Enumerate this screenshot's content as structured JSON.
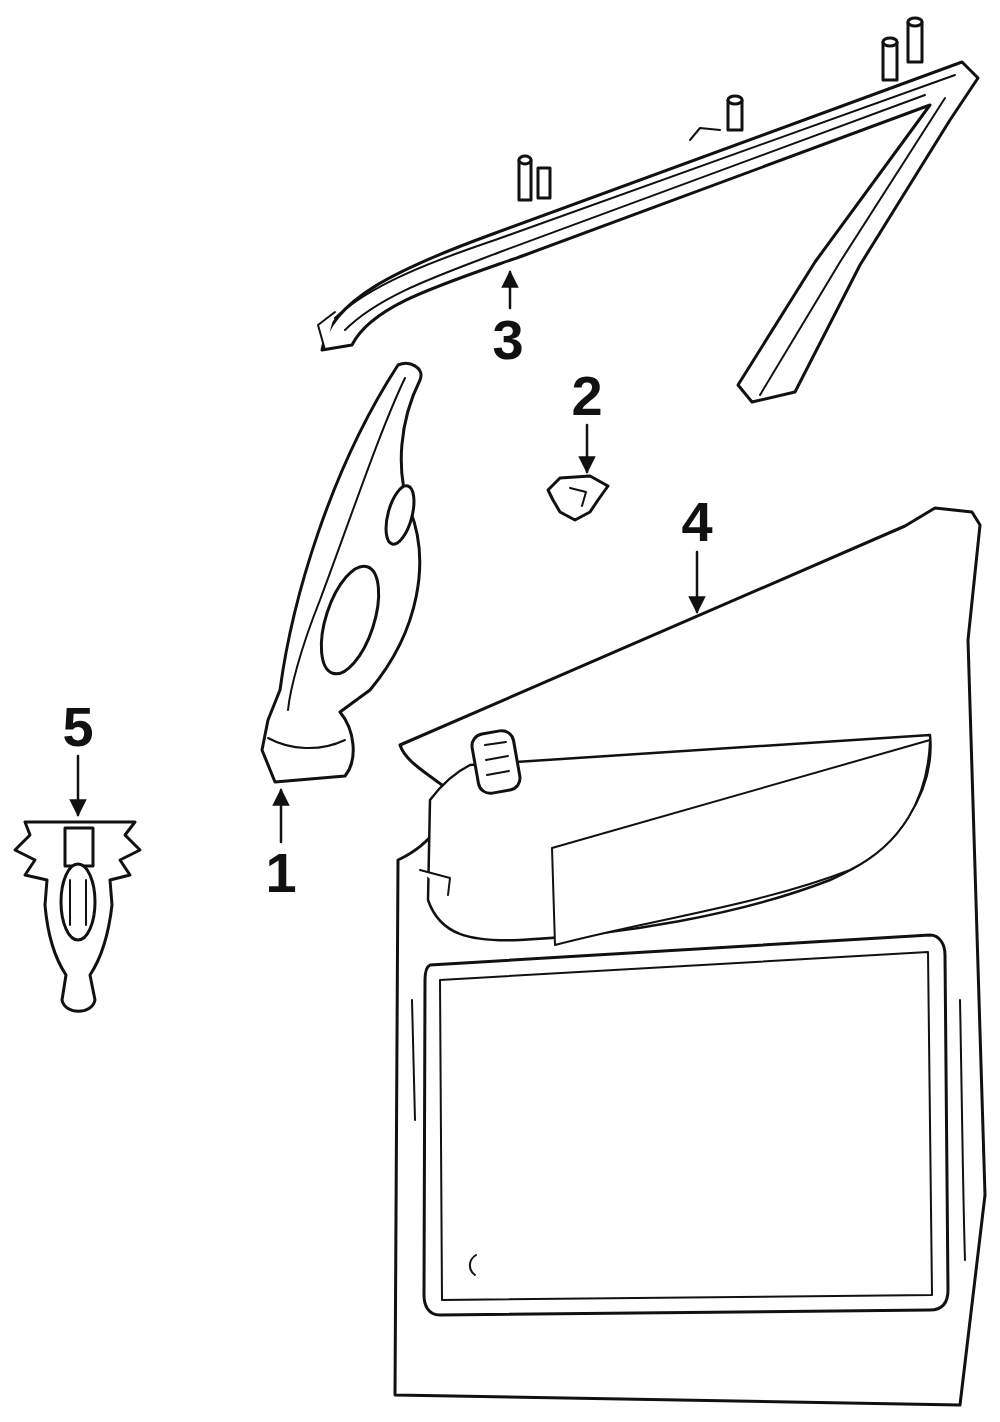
{
  "diagram": {
    "labels": [
      "3",
      "2",
      "4",
      "5",
      "1"
    ]
  }
}
